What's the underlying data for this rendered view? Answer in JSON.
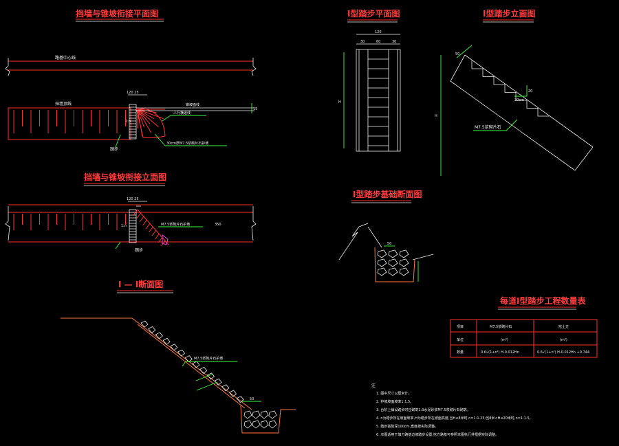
{
  "titles": {
    "connection_plan": "挡墙与锥坡衔接平面图",
    "connection_elev": "挡墙与锥坡衔接立面图",
    "section_11": "I — I断面图",
    "step_plan": "I型踏步平面图",
    "step_elev": "I型踏步立面图",
    "step_found": "I型踏步基础断面图",
    "qty_table": "每道I型踏步工程数量表"
  },
  "labels": {
    "road_centerline": "路基中心线",
    "wall_label": "挡墙顶线",
    "slope_line": "锥坡面线",
    "toe_label": "人行横道线",
    "step_label": "踏步",
    "protect_30": "30cm厚M7.5浆砌片石护坡",
    "protect_m75": "M7.5浆砌片石护坡",
    "m75_label": "M7.5浆砌片石",
    "dim_120_25": "120 25",
    "dim_120": "120",
    "dim_30_60_30": [
      "30",
      "60",
      "30"
    ],
    "dim_50": "50",
    "dim_20": "20",
    "dim_20cm": "20cm",
    "dim_h": "H",
    "dim_350": "350",
    "dim_15": "15"
  },
  "table": {
    "headers": [
      "项目",
      "M7.5浆砌片石",
      "挖土方"
    ],
    "unit_row": [
      "单位",
      "(m³)",
      "(m³)"
    ],
    "qty_row": [
      "数量",
      "0.6√(1+n²) H-0.012Hn",
      "0.6√(1+n²) H-0.012Hn +0.744"
    ]
  },
  "notes": {
    "head": "注",
    "items": [
      "1. 图中尺寸以厘米计。",
      "2. 护坡坡面坡率1:1.5。",
      "3. 台阶上铺设踏步时应砌筑1:3水泥砂浆M7.5浆砌片石砌筑。",
      "4. n为踏步所在坡面坡率,H为踏步所在坡面高度,当H≤8米时,n=1:1.25;当8米<H≤20米时,n=1:1.5。",
      "5. 踏步基础深100cm,宽度按实际调整。",
      "6. 本图适用于填方路基边坡踏步设置,挖方路基可参照本图执行并根据实际调整。"
    ]
  },
  "colors": {
    "red": "#ff3030",
    "green": "#3cff3c",
    "white": "#f0f0f0",
    "orange": "#ff7a3a",
    "magenta": "#ff40ff"
  }
}
